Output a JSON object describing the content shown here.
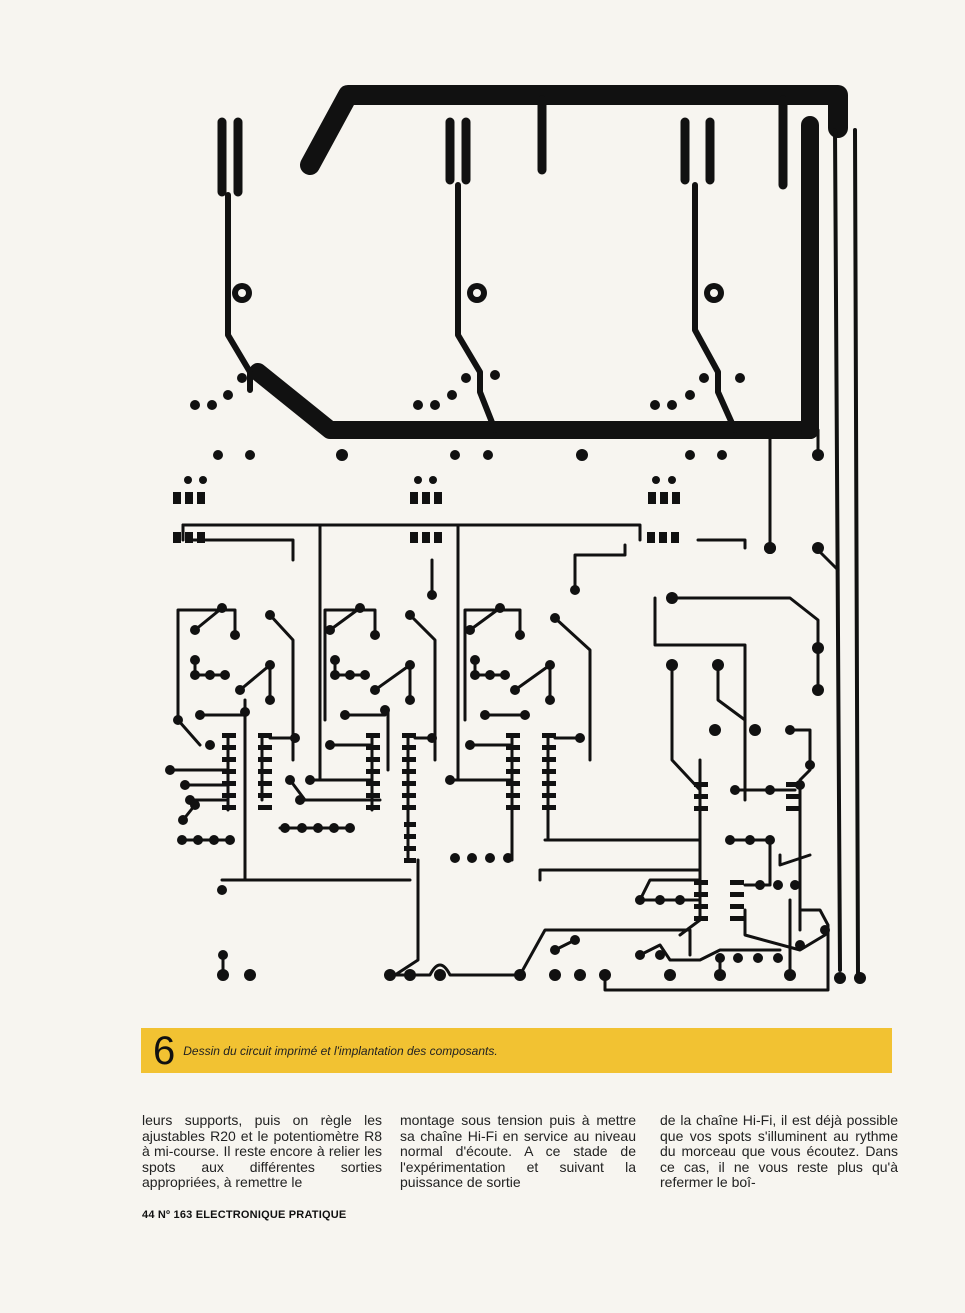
{
  "figure": {
    "number": "6",
    "caption": "Dessin du circuit imprimé et l'implantation des composants."
  },
  "body_text": {
    "col1": "leurs supports, puis on règle les ajustables R20 et le potentiomètre R8 à mi-course. Il reste encore à relier les spots aux différentes sorties appropriées, à remettre le",
    "col2": "montage sous tension puis à mettre sa chaîne Hi-Fi en service au niveau normal d'écoute. A ce stade de l'expérimentation et suivant la puissance de sortie",
    "col3": "de la chaîne Hi-Fi, il est déjà possible que vos spots s'illuminent au rythme du morceau que vous écoutez. Dans ce cas, il ne vous reste plus qu'à refermer le boî-"
  },
  "footer": {
    "text": "44 Nº 163 ELECTRONIQUE PRATIQUE"
  },
  "colors": {
    "trace": "#111111",
    "caption_bar": "#f2c232",
    "paper": "#f7f5f0"
  }
}
